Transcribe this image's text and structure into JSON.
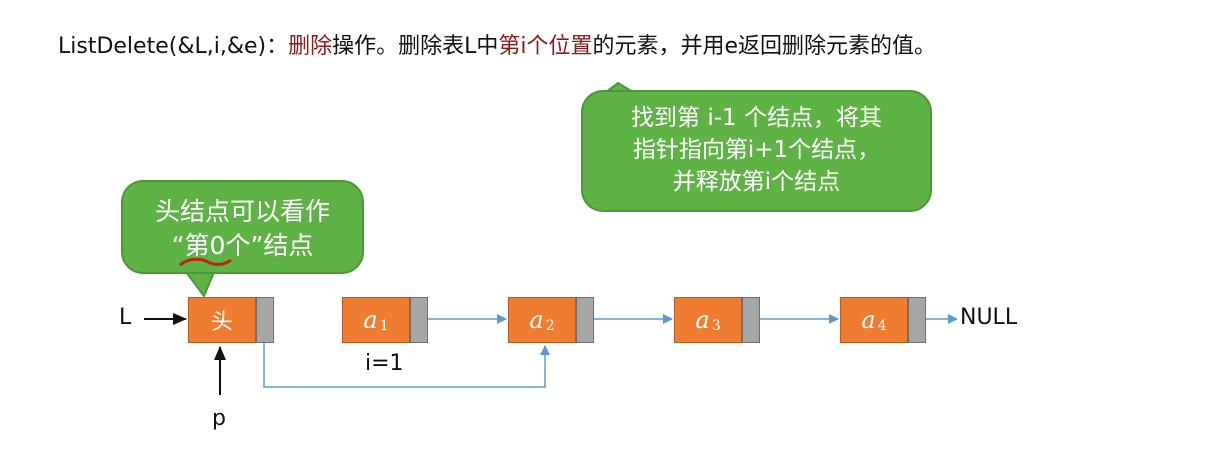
{
  "title": {
    "prefix": "ListDelete(&L,i,&e)：",
    "op": "删除",
    "mid": "操作。删除表L中",
    "pos": "第i个位置",
    "suffix": "的元素，并用e返回删除元素的值。"
  },
  "callout_head": {
    "line1": "头结点可以看作",
    "line2": "“第0个”结点"
  },
  "callout_delete": {
    "line1": "找到第 i-1 个结点，将其",
    "line2": "指针指向第i+1个结点，",
    "line3": "并释放第i个结点"
  },
  "nodes": {
    "head": "头",
    "a1": {
      "base": "a",
      "sub": "1"
    },
    "a2": {
      "base": "a",
      "sub": "2"
    },
    "a3": {
      "base": "a",
      "sub": "3"
    },
    "a4": {
      "base": "a",
      "sub": "4"
    }
  },
  "labels": {
    "L": "L",
    "p": "p",
    "i": "i=1",
    "null": "NULL"
  },
  "colors": {
    "node_fill": "#ee7c31",
    "ptr_fill": "#a6a6a6",
    "callout_fill": "#5fb346",
    "highlight_text": "#8b1a1a",
    "arrow": "#5b9bd5",
    "underline": "#c0221b"
  }
}
